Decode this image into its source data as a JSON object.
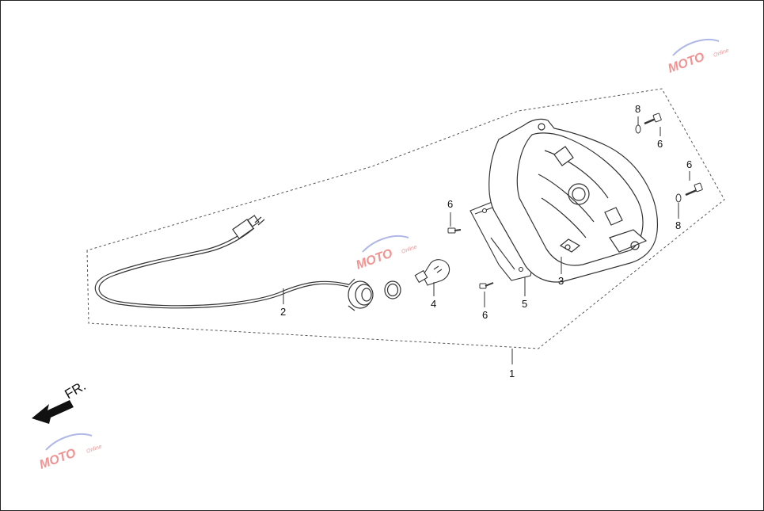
{
  "direction_label": "FR.",
  "callouts": [
    "1",
    "2",
    "3",
    "4",
    "5",
    "6",
    "6",
    "6",
    "6",
    "8",
    "8"
  ],
  "watermark": {
    "main": "MOTO",
    "sub": "Online"
  },
  "colors": {
    "line": "#333333",
    "watermark_red": "#e23b3b",
    "watermark_blue": "#6e7fd6"
  }
}
